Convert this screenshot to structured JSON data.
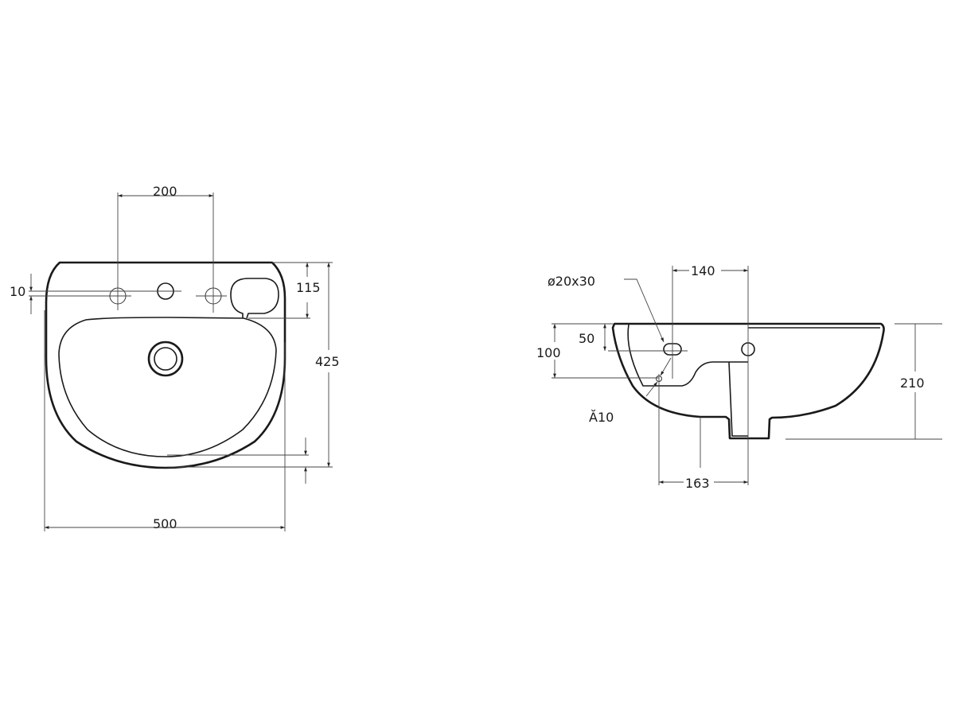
{
  "drawing": {
    "title": "Wash basin technical drawing",
    "stroke_color": "#1a1a1a",
    "background": "#ffffff"
  },
  "top_view": {
    "dimensions": {
      "tap_hole_spacing": "200",
      "tap_hole_offset": "10",
      "rim_to_bowl": "115",
      "overall_depth": "425",
      "overall_width": "500"
    }
  },
  "side_view": {
    "dimensions": {
      "overflow_hole": "ø20x30",
      "overflow_to_center": "140",
      "overflow_height": "50",
      "front_depth": "100",
      "small_hole": "Ă10",
      "total_height": "210",
      "hole_to_center": "163"
    }
  }
}
